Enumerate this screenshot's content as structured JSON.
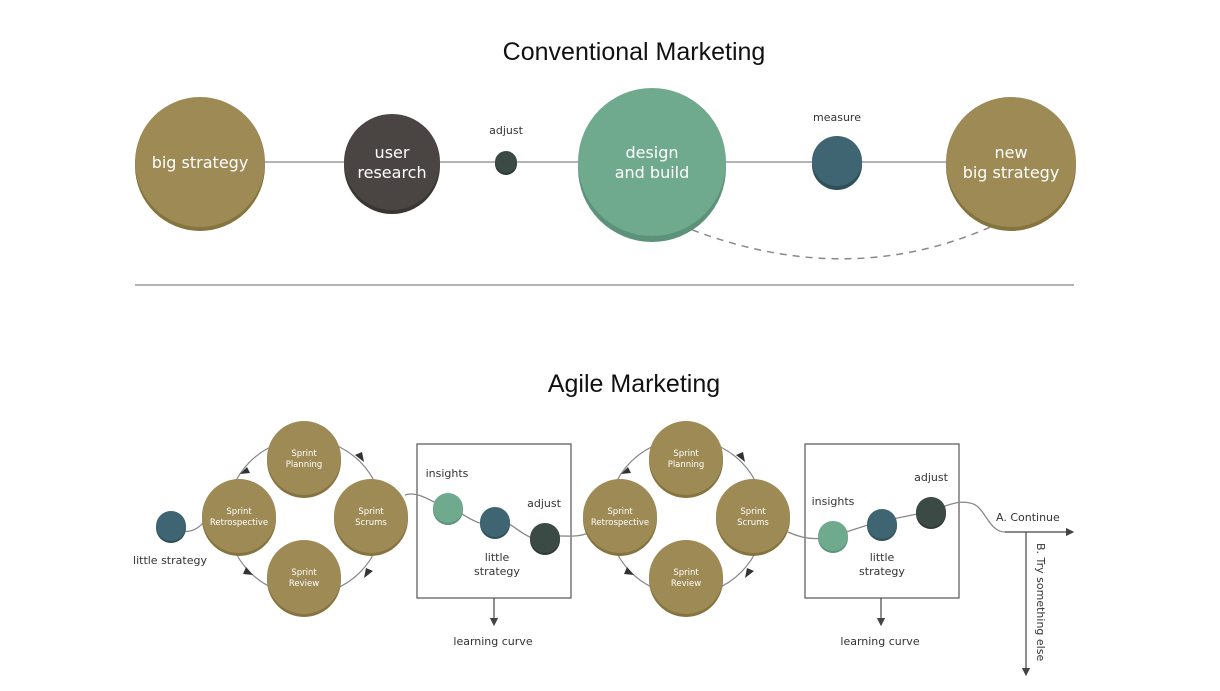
{
  "colors": {
    "gold": "#9e8a55",
    "gold_shadow": "#86743f",
    "dark": "#4a4543",
    "dark_shadow": "#3a3634",
    "green": "#6fa98e",
    "green_shadow": "#5c9279",
    "teal": "#3f6572",
    "teal_shadow": "#2f4f59",
    "darkgreen": "#3b4a44",
    "line": "#888888"
  },
  "conventional": {
    "title": "Conventional Marketing",
    "big_strategy": "big strategy",
    "user_research": [
      "user",
      "research"
    ],
    "adjust": "adjust",
    "design_build": [
      "design",
      "and build"
    ],
    "measure": "measure",
    "new_big_strategy": [
      "new",
      "big strategy"
    ]
  },
  "agile": {
    "title": "Agile Marketing",
    "little_strategy_start": "little strategy",
    "cycle1": {
      "planning": [
        "Sprint",
        "Planning"
      ],
      "scrums": [
        "Sprint",
        "Scrums"
      ],
      "review": [
        "Sprint",
        "Review"
      ],
      "retro": [
        "Sprint",
        "Retrospective"
      ]
    },
    "box1": {
      "insights": "insights",
      "little_strategy": [
        "little",
        "strategy"
      ],
      "adjust": "adjust",
      "learning_curve": "learning curve"
    },
    "cycle2": {
      "planning": [
        "Sprint",
        "Planning"
      ],
      "scrums": [
        "Sprint",
        "Scrums"
      ],
      "review": [
        "Sprint",
        "Review"
      ],
      "retro": [
        "Sprint",
        "Retrospective"
      ]
    },
    "box2": {
      "insights": "insights",
      "little_strategy": [
        "little",
        "strategy"
      ],
      "adjust": "adjust",
      "learning_curve": "learning curve"
    },
    "continue": "A. Continue",
    "try_else": "B. Try something else"
  }
}
